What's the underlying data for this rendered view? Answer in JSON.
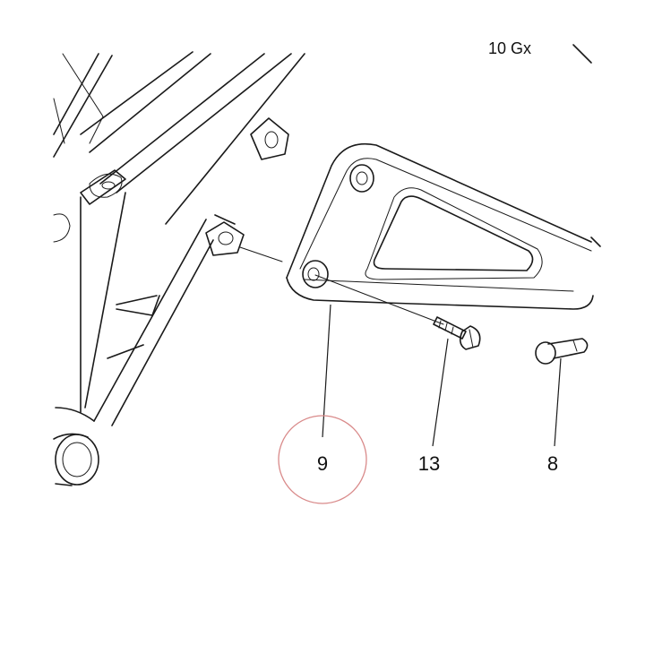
{
  "top_label": "10 Gx",
  "callouts": [
    {
      "id": "part-9",
      "label": "9",
      "highlighted": true
    },
    {
      "id": "part-13",
      "label": "13",
      "highlighted": false
    },
    {
      "id": "part-8",
      "label": "8",
      "highlighted": false
    }
  ],
  "colors": {
    "line": "#1a1a1a",
    "highlight_circle": "#d98a8a",
    "background": "#ffffff"
  }
}
